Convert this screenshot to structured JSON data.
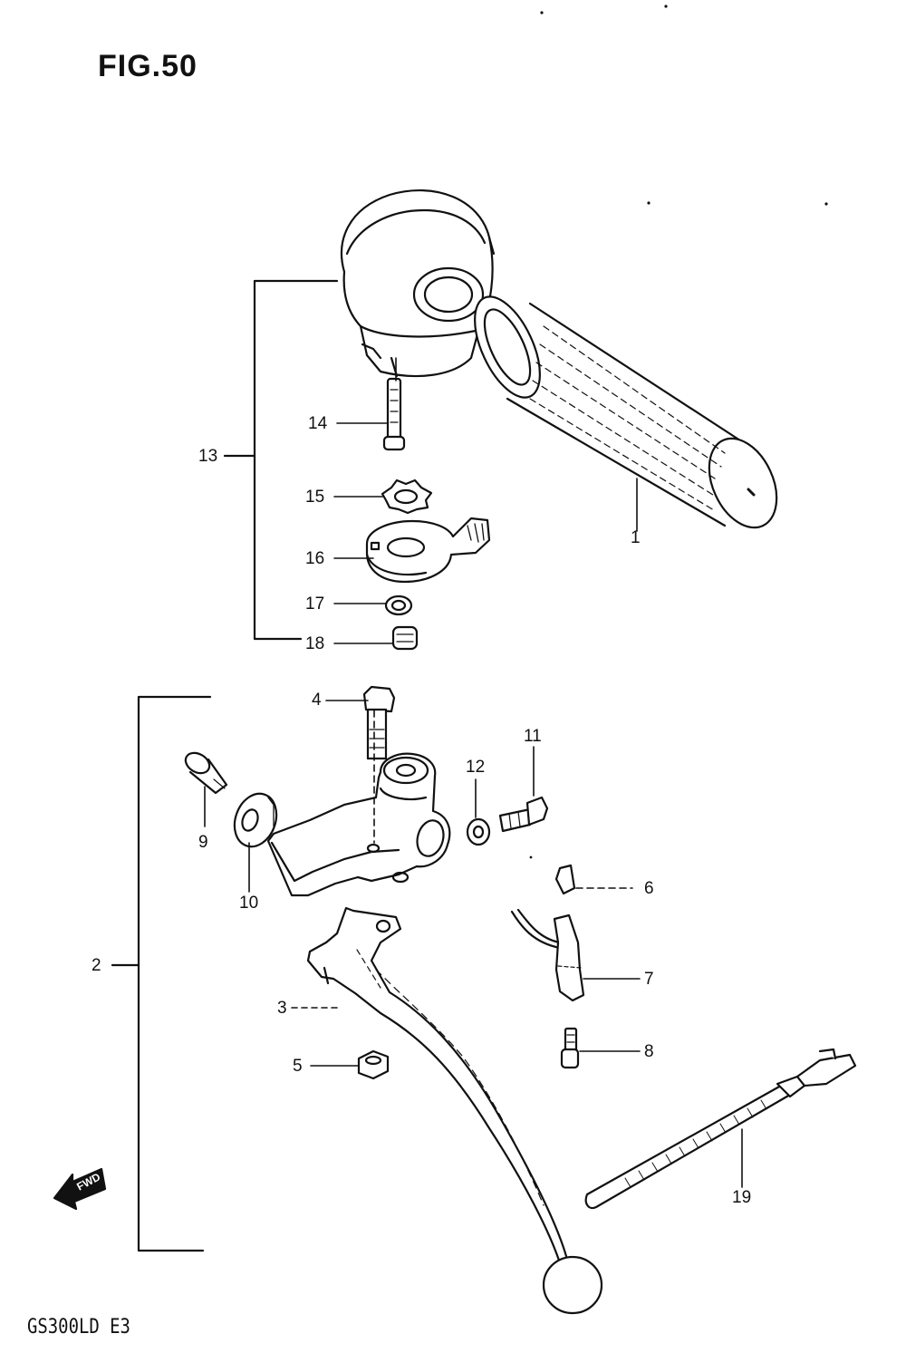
{
  "figure": {
    "title": "FIG.50",
    "model_code": "GS300LD  E3",
    "forward_marker": "FWD"
  },
  "callouts": {
    "grip": "1",
    "lever_assembly": "2",
    "lever": "3",
    "lever_bolt": "4",
    "lever_nut": "5",
    "clamp_screw_cap": "6",
    "wire_clamp": "7",
    "clamp_screw": "8",
    "adjuster_bolt": "9",
    "adjuster_nut": "10",
    "bracket_bolt": "11",
    "bracket_washer": "12",
    "choke_assembly": "13",
    "housing_screw": "14",
    "star_washer": "15",
    "choke_lever": "16",
    "washer": "17",
    "choke_screw": "18",
    "cable_tie": "19"
  }
}
